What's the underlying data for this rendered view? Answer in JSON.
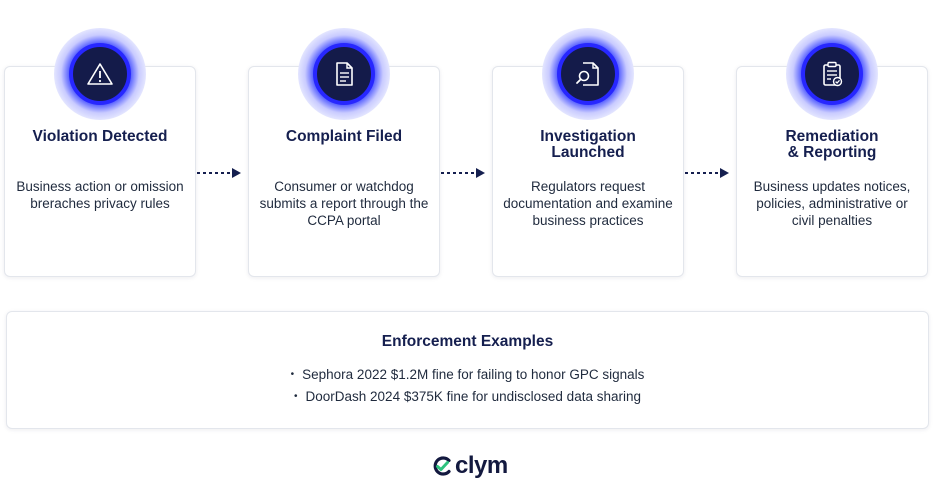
{
  "steps": [
    {
      "title": "Violation Detected",
      "description": "Business action or omission breraches privacy rules",
      "icon": "warning-triangle-icon"
    },
    {
      "title": "Complaint Filed",
      "description": "Consumer or watchdog submits a report through the CCPA portal",
      "icon": "document-icon"
    },
    {
      "title": "Investigation\nLaunched",
      "description": "Regulators request documentation and examine business practices",
      "icon": "search-document-icon"
    },
    {
      "title": "Remediation\n& Reporting",
      "description": "Business updates notices, policies, administrative or civil penalties",
      "icon": "clipboard-check-icon"
    }
  ],
  "examples": {
    "title": "Enforcement Examples",
    "items": [
      "Sephora 2022 $1.2M fine for failing to honor GPC signals",
      "DoorDash 2024 $375K fine for undisclosed data sharing"
    ]
  },
  "brand": {
    "name": "clym",
    "accent": "#2ec27e",
    "navy": "#141b4a",
    "blue": "#2727ff"
  }
}
